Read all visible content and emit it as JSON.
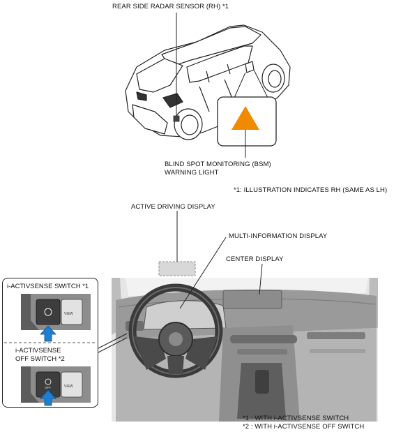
{
  "labels": {
    "rear_sensor": "REAR SIDE RADAR SENSOR (RH) *1",
    "bsm_line1": "BLIND SPOT MONITORING (BSM)",
    "bsm_line2": "WARNING LIGHT",
    "illustration_note": "*1: ILLUSTRATION INDICATES RH (SAME AS LH)",
    "active_driving_display": "ACTIVE DRIVING DISPLAY",
    "multi_information_display": "MULTI-INFORMATION DISPLAY",
    "center_display": "CENTER DISPLAY"
  },
  "inset": {
    "switch1_title": "i-ACTIVSENSE SWITCH *1",
    "switch2_line1": "i-ACTIVSENSE",
    "switch2_line2": "OFF SWITCH *2",
    "view_text": "VIEW",
    "off_text": "OFF"
  },
  "footnotes": {
    "note1": "*1 : WITH i-ACTIVSENSE SWITCH",
    "note2": "*2 : WITH i-ACTIVSENSE OFF SWITCH"
  },
  "colors": {
    "warning_triangle": "#f08a00",
    "arrow_blue": "#1e7fd0",
    "dash_gray": "#8a8a8a"
  }
}
